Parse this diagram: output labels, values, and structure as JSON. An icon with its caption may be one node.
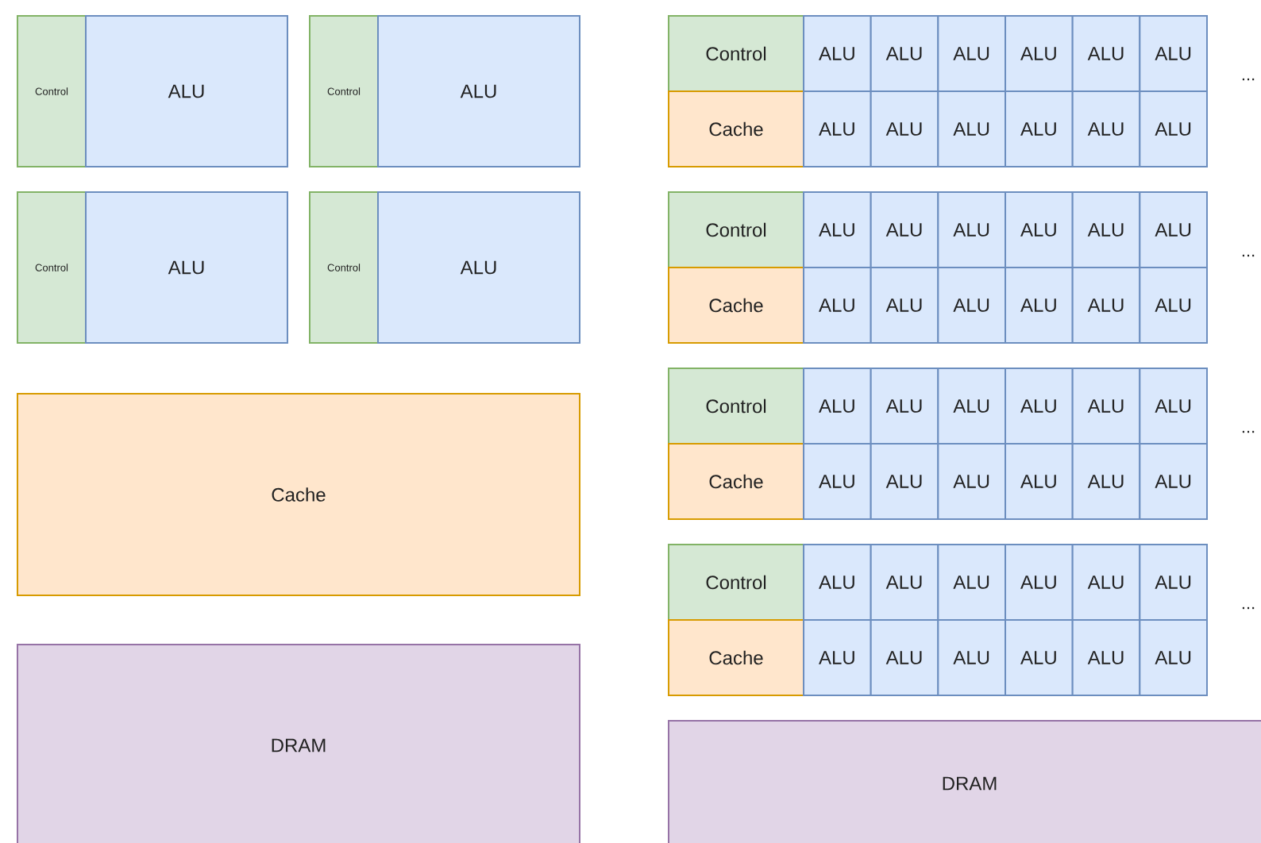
{
  "diagram": {
    "nodes": [
      {
        "text": [
          "Control"
        ]
      },
      {
        "text": [
          "ALU"
        ]
      },
      {
        "text": [
          "Control"
        ]
      },
      {
        "text": [
          "ALU"
        ]
      },
      {
        "text": [
          "Control"
        ]
      },
      {
        "text": [
          "ALU"
        ]
      },
      {
        "text": [
          "Control"
        ]
      },
      {
        "text": [
          "ALU"
        ]
      },
      {
        "text": [
          "Cache"
        ]
      },
      {
        "text": [
          "DRAM"
        ]
      },
      {
        "text": [
          "Control"
        ]
      },
      {
        "text": [
          "ALU"
        ]
      },
      {
        "text": [
          "ALU"
        ]
      },
      {
        "text": [
          "ALU"
        ]
      },
      {
        "text": [
          "ALU"
        ]
      },
      {
        "text": [
          "ALU"
        ]
      },
      {
        "text": [
          "ALU"
        ]
      },
      {
        "text": [
          "Cache"
        ]
      },
      {
        "text": [
          "ALU"
        ]
      },
      {
        "text": [
          "ALU"
        ]
      },
      {
        "text": [
          "ALU"
        ]
      },
      {
        "text": [
          "ALU"
        ]
      },
      {
        "text": [
          "ALU"
        ]
      },
      {
        "text": [
          "ALU"
        ]
      },
      {
        "text": [
          "Control"
        ]
      },
      {
        "text": [
          "ALU"
        ]
      },
      {
        "text": [
          "ALU"
        ]
      },
      {
        "text": [
          "ALU"
        ]
      },
      {
        "text": [
          "ALU"
        ]
      },
      {
        "text": [
          "ALU"
        ]
      },
      {
        "text": [
          "ALU"
        ]
      },
      {
        "text": [
          "Cache"
        ]
      },
      {
        "text": [
          "ALU"
        ]
      },
      {
        "text": [
          "ALU"
        ]
      },
      {
        "text": [
          "ALU"
        ]
      },
      {
        "text": [
          "ALU"
        ]
      },
      {
        "text": [
          "ALU"
        ]
      },
      {
        "text": [
          "ALU"
        ]
      },
      {
        "text": [
          "Control"
        ]
      },
      {
        "text": [
          "ALU"
        ]
      },
      {
        "text": [
          "ALU"
        ]
      },
      {
        "text": [
          "ALU"
        ]
      },
      {
        "text": [
          "ALU"
        ]
      },
      {
        "text": [
          "ALU"
        ]
      },
      {
        "text": [
          "ALU"
        ]
      },
      {
        "text": [
          "Cache"
        ]
      },
      {
        "text": [
          "ALU"
        ]
      },
      {
        "text": [
          "ALU"
        ]
      },
      {
        "text": [
          "ALU"
        ]
      },
      {
        "text": [
          "ALU"
        ]
      },
      {
        "text": [
          "ALU"
        ]
      },
      {
        "text": [
          "ALU"
        ]
      },
      {
        "text": [
          "Control"
        ]
      },
      {
        "text": [
          "ALU"
        ]
      },
      {
        "text": [
          "ALU"
        ]
      },
      {
        "text": [
          "ALU"
        ]
      },
      {
        "text": [
          "ALU"
        ]
      },
      {
        "text": [
          "ALU"
        ]
      },
      {
        "text": [
          "ALU"
        ]
      },
      {
        "text": [
          "Cache"
        ]
      },
      {
        "text": [
          "ALU"
        ]
      },
      {
        "text": [
          "ALU"
        ]
      },
      {
        "text": [
          "ALU"
        ]
      },
      {
        "text": [
          "ALU"
        ]
      },
      {
        "text": [
          "ALU"
        ]
      },
      {
        "text": [
          "ALU"
        ]
      },
      {
        "text": [
          "DRAM"
        ]
      }
    ],
    "labels": [
      "...",
      "...",
      "...",
      "..."
    ]
  }
}
